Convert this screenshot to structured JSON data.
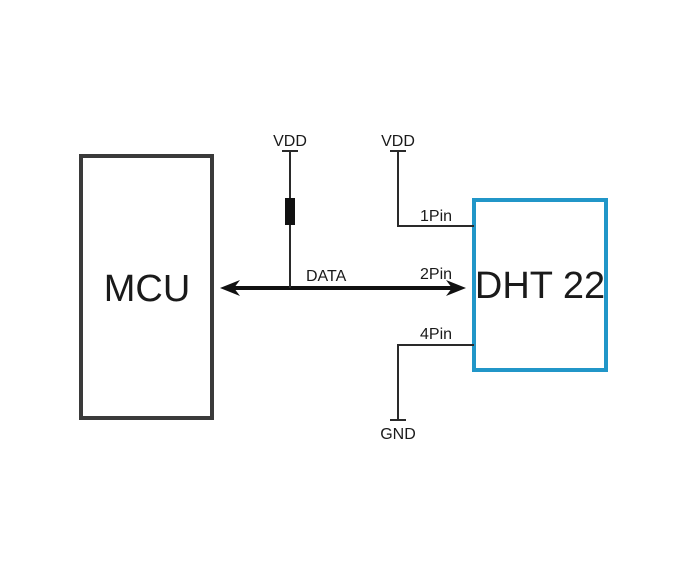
{
  "mcu": {
    "label": "MCU"
  },
  "sensor": {
    "label": "DHT 22",
    "border_color": "#2196c8"
  },
  "pullup": {
    "vdd_label": "VDD"
  },
  "pin1": {
    "vdd_label": "VDD",
    "pin_label": "1Pin"
  },
  "data_line": {
    "label": "DATA",
    "pin_label": "2Pin"
  },
  "pin4": {
    "pin_label": "4Pin",
    "gnd_label": "GND"
  }
}
